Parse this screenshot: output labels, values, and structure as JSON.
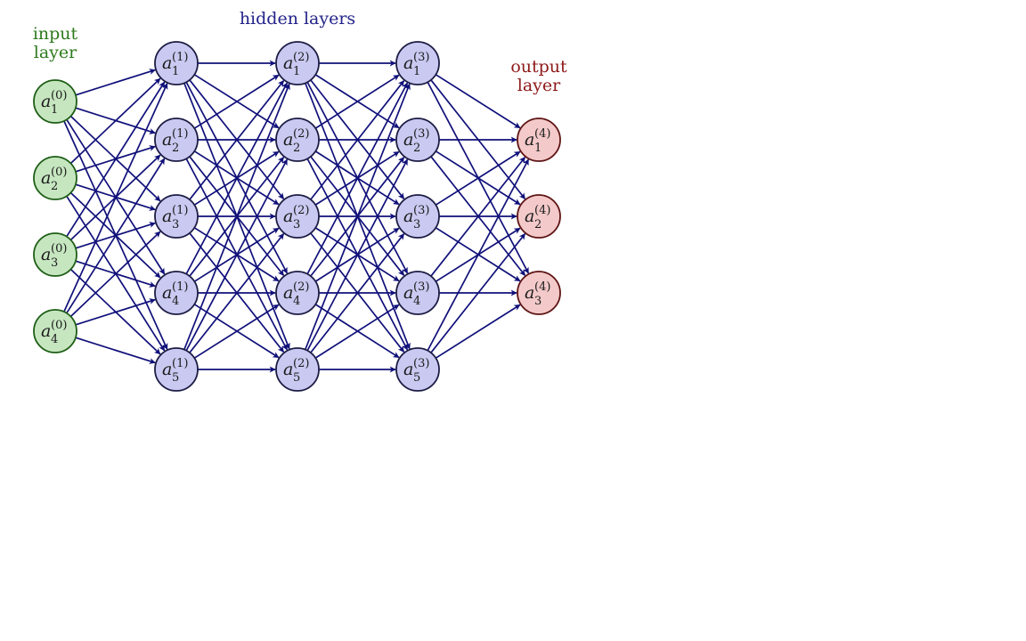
{
  "titles": {
    "input": [
      "input",
      "layer"
    ],
    "hidden": [
      "hidden layers"
    ],
    "output": [
      "output",
      "layer"
    ]
  },
  "colors": {
    "edge": "#10107a",
    "input_fill": "#c6e6c0",
    "input_stroke": "#1e5e16",
    "input_title": "#2e7a1e",
    "hidden_fill": "#c9c9f1",
    "hidden_stroke": "#1c1c44",
    "hidden_title": "#23238a",
    "output_fill": "#f3c9c9",
    "output_stroke": "#5e1414",
    "output_title": "#8e1a1a",
    "label": "#1a1a1a"
  },
  "layers": [
    {
      "role": "input",
      "nodes": [
        {
          "base": "a",
          "sup": "(0)",
          "sub": "1"
        },
        {
          "base": "a",
          "sup": "(0)",
          "sub": "2"
        },
        {
          "base": "a",
          "sup": "(0)",
          "sub": "3"
        },
        {
          "base": "a",
          "sup": "(0)",
          "sub": "4"
        }
      ]
    },
    {
      "role": "hidden",
      "nodes": [
        {
          "base": "a",
          "sup": "(1)",
          "sub": "1"
        },
        {
          "base": "a",
          "sup": "(1)",
          "sub": "2"
        },
        {
          "base": "a",
          "sup": "(1)",
          "sub": "3"
        },
        {
          "base": "a",
          "sup": "(1)",
          "sub": "4"
        },
        {
          "base": "a",
          "sup": "(1)",
          "sub": "5"
        }
      ]
    },
    {
      "role": "hidden",
      "nodes": [
        {
          "base": "a",
          "sup": "(2)",
          "sub": "1"
        },
        {
          "base": "a",
          "sup": "(2)",
          "sub": "2"
        },
        {
          "base": "a",
          "sup": "(2)",
          "sub": "3"
        },
        {
          "base": "a",
          "sup": "(2)",
          "sub": "4"
        },
        {
          "base": "a",
          "sup": "(2)",
          "sub": "5"
        }
      ]
    },
    {
      "role": "hidden",
      "nodes": [
        {
          "base": "a",
          "sup": "(3)",
          "sub": "1"
        },
        {
          "base": "a",
          "sup": "(3)",
          "sub": "2"
        },
        {
          "base": "a",
          "sup": "(3)",
          "sub": "3"
        },
        {
          "base": "a",
          "sup": "(3)",
          "sub": "4"
        },
        {
          "base": "a",
          "sup": "(3)",
          "sub": "5"
        }
      ]
    },
    {
      "role": "output",
      "nodes": [
        {
          "base": "a",
          "sup": "(4)",
          "sub": "1"
        },
        {
          "base": "a",
          "sup": "(4)",
          "sub": "2"
        },
        {
          "base": "a",
          "sup": "(4)",
          "sub": "3"
        }
      ]
    }
  ]
}
